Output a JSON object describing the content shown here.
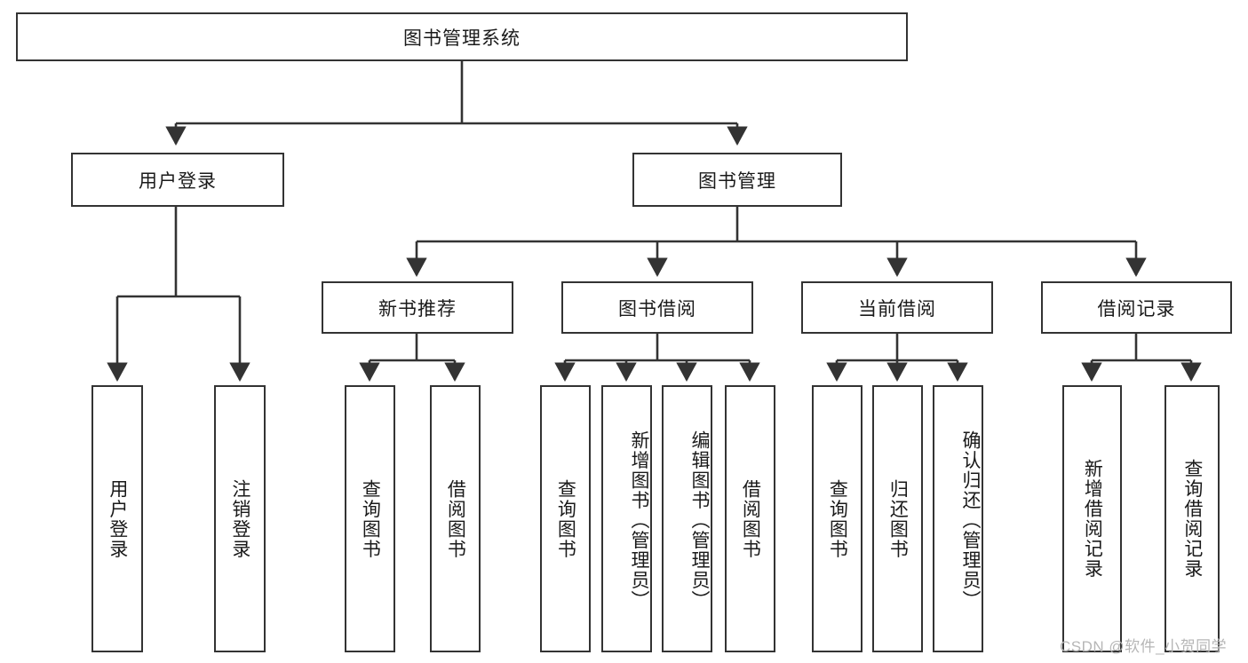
{
  "diagram": {
    "type": "tree-hierarchy",
    "title": "图书管理系统",
    "watermark": "CSDN @软件_小贺同学",
    "colors": {
      "box_border": "#333333",
      "box_fill": "#ffffff",
      "connector": "#333333",
      "text": "#1a1a1a",
      "watermark": "#b6b6b6"
    },
    "root": {
      "label": "图书管理系统"
    },
    "level2": [
      {
        "label": "用户登录"
      },
      {
        "label": "图书管理"
      }
    ],
    "level3": [
      {
        "label": "新书推荐"
      },
      {
        "label": "图书借阅"
      },
      {
        "label": "当前借阅"
      },
      {
        "label": "借阅记录"
      }
    ],
    "leaves": {
      "user_login": [
        {
          "label": "用户登录"
        },
        {
          "label": "注销登录"
        }
      ],
      "new_book": [
        {
          "label": "查询图书"
        },
        {
          "label": "借阅图书"
        }
      ],
      "book_borrow": [
        {
          "label": "查询图书"
        },
        {
          "label": "新增图书（管理员）"
        },
        {
          "label": "编辑图书（管理员）"
        },
        {
          "label": "借阅图书"
        }
      ],
      "current_borrow": [
        {
          "label": "查询图书"
        },
        {
          "label": "归还图书"
        },
        {
          "label": "确认归还（管理员）"
        }
      ],
      "borrow_record": [
        {
          "label": "新增借阅记录"
        },
        {
          "label": "查询借阅记录"
        }
      ]
    }
  }
}
